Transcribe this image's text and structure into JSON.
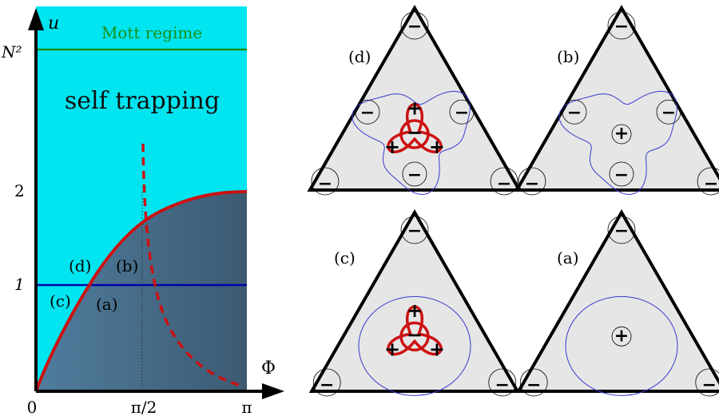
{
  "phase_diagram": {
    "axis_y_label": "u",
    "axis_x_label": "Φ",
    "y_ticks": [
      "N²",
      "2",
      "1"
    ],
    "x_ticks": [
      "0",
      "π/2",
      "π"
    ],
    "region_mott": "Mott regime",
    "region_self_trapping": "self trapping",
    "point_labels": {
      "d": "(d)",
      "b": "(b)",
      "c": "(c)",
      "a": "(a)"
    },
    "colors": {
      "mott_region": "#00e5f0",
      "lower_region_left": "#4f7d9d",
      "lower_region_right": "#3d5a72",
      "mott_line": "#1a8f1a",
      "boundary_curve": "#cc1111",
      "u_equals_one_line": "#0000aa",
      "mott_text": "#1a8f1a"
    }
  },
  "triangle_panels": {
    "d": {
      "label": "(d)",
      "center_sign": "−",
      "loop_signs": [
        "+",
        "+",
        "+"
      ],
      "vortex_loop": true
    },
    "b": {
      "label": "(b)",
      "center_sign": "+",
      "vortex_loop": false
    },
    "c": {
      "label": "(c)",
      "center_sign": "−",
      "loop_signs": [
        "+",
        "+",
        "+"
      ],
      "vortex_loop": true
    },
    "a": {
      "label": "(a)",
      "center_sign": "+",
      "vortex_loop": false
    },
    "corner_sign": "−",
    "edge_sign": "−",
    "side_sign": "−",
    "colors": {
      "fill": "#e6e6e6",
      "outline": "#000000",
      "contour": "#3a3ad0",
      "loop": "#cc1111"
    }
  }
}
